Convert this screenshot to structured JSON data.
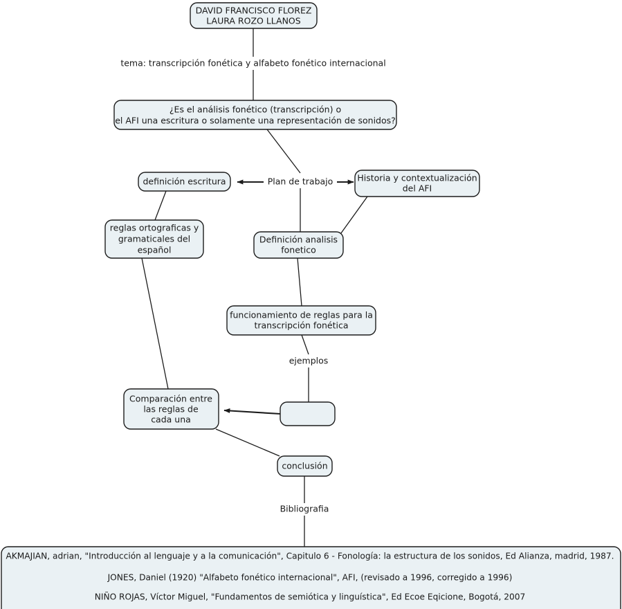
{
  "document": {
    "type": "concept-map",
    "background_color": "#ffffff",
    "node_fill_color": "#eaf1f4",
    "node_border_color": "#1c1c1c",
    "text_color": "#1a1a1a"
  },
  "nodes": {
    "authors": {
      "lines": [
        "DAVID FRANCISCO FLOREZ",
        "LAURA ROZO LLANOS"
      ],
      "line1": "DAVID FRANCISCO FLOREZ",
      "line2": "LAURA ROZO LLANOS"
    },
    "question": {
      "line1": "¿Es el análisis fonético (transcripción) o",
      "line2": "el AFI una escritura o solamente una representación de sonidos?"
    },
    "definicion_escritura": {
      "line1": "definición escritura"
    },
    "historia_afi": {
      "line1": "Historia y contextualización",
      "line2": "del AFI"
    },
    "reglas_espanol": {
      "line1": "reglas ortograficas y",
      "line2": "gramaticales del",
      "line3": "español"
    },
    "definicion_analisis": {
      "line1": "Definición analisis",
      "line2": "fonetico"
    },
    "funcionamiento_reglas": {
      "line1": "funcionamiento de reglas para la",
      "line2": "transcripción fonética"
    },
    "comparacion": {
      "line1": "Comparación entre",
      "line2": "las reglas de",
      "line3": "cada una"
    },
    "ejemplos_box": {
      "line1": ""
    },
    "conclusion": {
      "line1": "conclusión"
    }
  },
  "edge_labels": {
    "tema": "tema: transcripción fonética y alfabeto fonético internacional",
    "plan_de_trabajo": "Plan de trabajo",
    "ejemplos": "ejemplos",
    "bibliografia": "Bibliografia"
  },
  "bibliography": {
    "entries": [
      "AKMAJIAN, adrian, \"Introducción al lenguaje y a la comunicación\", Capitulo 6 - Fonología: la estructura de los sonidos, Ed Alianza, madrid, 1987.",
      "JONES, Daniel (1920) \"Alfabeto fonético internacional\", AFI, (revisado a 1996, corregido a 1996)",
      "NIÑO ROJAS, Víctor Miguel, \"Fundamentos de semiótica y linguística\", Ed Ecoe Eqicione, Bogotá, 2007"
    ],
    "entry1": "AKMAJIAN, adrian, \"Introducción al lenguaje y a la comunicación\", Capitulo 6 - Fonología: la estructura de los sonidos, Ed Alianza, madrid, 1987.",
    "entry2": "JONES, Daniel (1920) \"Alfabeto fonético internacional\", AFI, (revisado a 1996, corregido a 1996)",
    "entry3": "NIÑO ROJAS, Víctor Miguel, \"Fundamentos de semiótica y linguística\", Ed Ecoe Eqicione, Bogotá, 2007"
  }
}
